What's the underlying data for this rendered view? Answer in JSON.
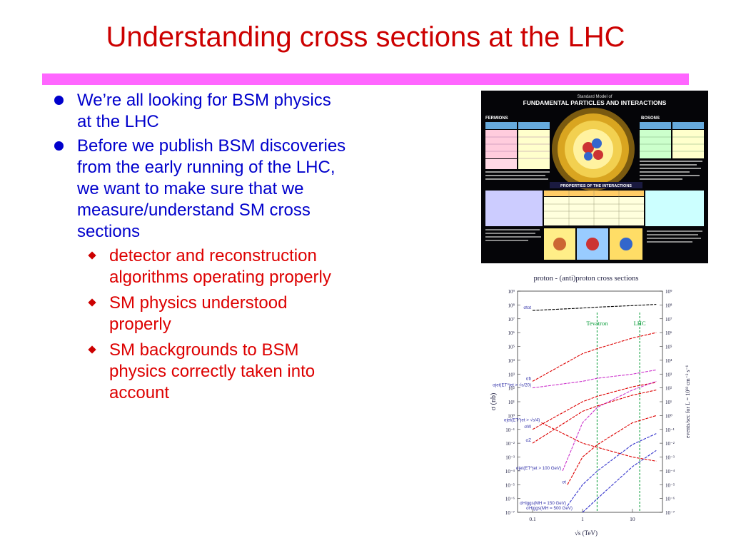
{
  "title": "Understanding cross sections at the LHC",
  "colors": {
    "title": "#cc0000",
    "rule": "#ff66ff",
    "bullet_l1": "#0000cc",
    "bullet_l2": "#dd0000"
  },
  "bullets": [
    {
      "text": "We’re all looking for BSM physics at the LHC",
      "children": []
    },
    {
      "text": "Before we publish BSM discoveries from the early running of the LHC, we want to make sure that we measure/understand SM cross sections",
      "children": [
        "detector and reconstruction algorithms operating properly",
        "SM physics understood properly",
        "SM backgrounds to BSM physics correctly taken into account"
      ]
    }
  ],
  "poster": {
    "heading_small": "Standard Model of",
    "heading_big": "FUNDAMENTAL PARTICLES AND INTERACTIONS",
    "fermions": "FERMIONS",
    "bosons": "BOSONS",
    "properties": "PROPERTIES OF THE INTERACTIONS"
  },
  "chart_data": {
    "type": "line",
    "title": "proton - (anti)proton cross sections",
    "xlabel": "√s  (TeV)",
    "ylabel": "σ  (nb)",
    "ylabel_right": "events/sec  for  L = 10³³ cm⁻² s⁻¹",
    "x_scale": "log",
    "y_scale": "log",
    "xlim": [
      0.05,
      40
    ],
    "ylim": [
      1e-07,
      1000000000.0
    ],
    "x_ticks": [
      "0.1",
      "1",
      "10"
    ],
    "y_ticks_left": [
      "10⁹",
      "10⁸",
      "10⁷",
      "10⁶",
      "10⁵",
      "10⁴",
      "10³",
      "10²",
      "10¹",
      "10⁰",
      "10⁻¹",
      "10⁻²",
      "10⁻³",
      "10⁻⁴",
      "10⁻⁵",
      "10⁻⁶",
      "10⁻⁷"
    ],
    "y_ticks_right": [
      "10⁹",
      "10⁸",
      "10⁷",
      "10⁶",
      "10⁵",
      "10⁴",
      "10³",
      "10²",
      "10¹",
      "10⁰",
      "10⁻¹",
      "10⁻²",
      "10⁻³",
      "10⁻⁴",
      "10⁻⁵",
      "10⁻⁶",
      "10⁻⁷"
    ],
    "vlines": [
      {
        "label": "Tevatron",
        "x": 1.96
      },
      {
        "label": "LHC",
        "x": 14
      }
    ],
    "series": [
      {
        "name": "σtot",
        "color": "#000000",
        "x": [
          0.1,
          1,
          2,
          10,
          30
        ],
        "y": [
          40000000.0,
          60000000.0,
          70000000.0,
          90000000.0,
          110000000.0
        ]
      },
      {
        "name": "σb",
        "color": "#dd0000",
        "x": [
          0.1,
          1,
          2,
          10,
          30
        ],
        "y": [
          300.0,
          30000.0,
          70000.0,
          400000.0,
          1000000.0
        ]
      },
      {
        "name": "σjet(ET^jet > √s/20)",
        "color": "#cc33cc",
        "x": [
          0.1,
          1,
          2,
          10,
          30
        ],
        "y": [
          100.0,
          300.0,
          500.0,
          1000.0,
          2000.0
        ]
      },
      {
        "name": "σW",
        "color": "#dd0000",
        "x": [
          0.1,
          1,
          2,
          10,
          30
        ],
        "y": [
          0.1,
          10,
          25,
          120,
          250
        ]
      },
      {
        "name": "σZ",
        "color": "#dd0000",
        "x": [
          0.1,
          1,
          2,
          10,
          30
        ],
        "y": [
          0.01,
          2,
          5,
          30,
          70
        ]
      },
      {
        "name": "σjet(ET^jet > 100 GeV)",
        "color": "#cc33cc",
        "x": [
          0.4,
          1,
          2,
          10,
          30
        ],
        "y": [
          0.0001,
          0.3,
          4,
          70,
          300
        ]
      },
      {
        "name": "σt",
        "color": "#dd0000",
        "x": [
          0.5,
          1,
          2,
          10,
          30
        ],
        "y": [
          1e-05,
          0.001,
          0.008,
          0.3,
          1
        ]
      },
      {
        "name": "σjet(ET^jet > √s/4)",
        "color": "#dd0000",
        "x": [
          0.15,
          1,
          2,
          10,
          30
        ],
        "y": [
          0.3,
          0.01,
          0.005,
          0.001,
          0.0005
        ]
      },
      {
        "name": "σHiggs(MH = 150 GeV)",
        "color": "#3333cc",
        "x": [
          0.5,
          1,
          2,
          10,
          30
        ],
        "y": [
          3e-07,
          1e-05,
          0.0001,
          0.008,
          0.05
        ]
      },
      {
        "name": "σHiggs(MH = 500 GeV)",
        "color": "#3333cc",
        "x": [
          1,
          2,
          10,
          30
        ],
        "y": [
          1e-07,
          1e-06,
          0.0002,
          0.003
        ]
      }
    ]
  }
}
